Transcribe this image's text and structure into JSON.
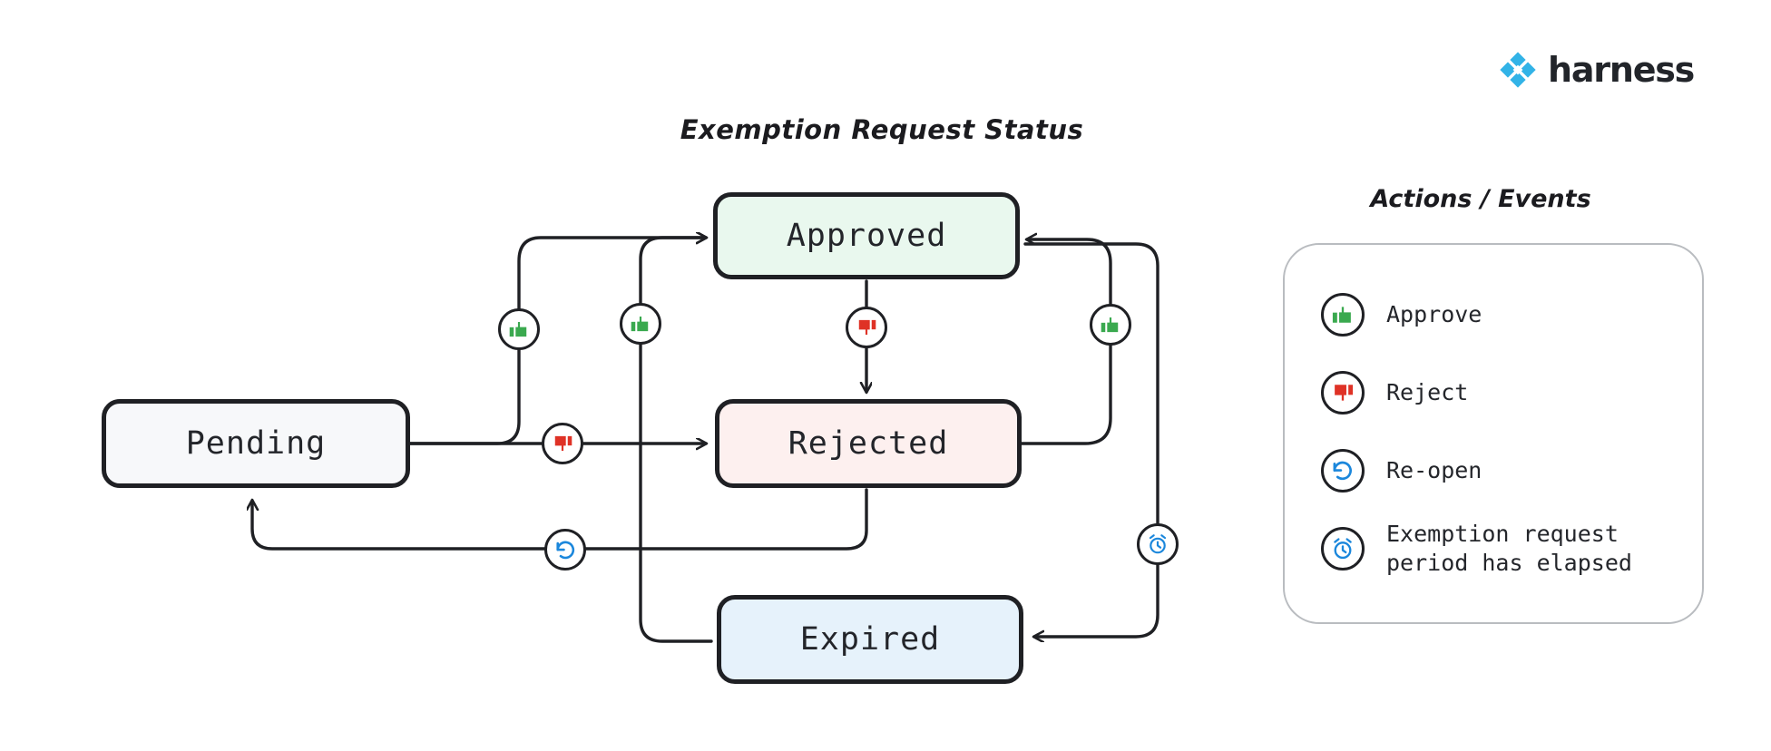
{
  "brand": {
    "name": "harness",
    "logo_icon": "harness-diamond-icon",
    "accent_color": "#32B3E7",
    "wordmark_color": "#22252A"
  },
  "diagram": {
    "title": "Exemption Request Status",
    "type": "state-machine",
    "states": [
      {
        "id": "pending",
        "label": "Pending",
        "fill": "#F7F8FA",
        "border": "#1F2024"
      },
      {
        "id": "approved",
        "label": "Approved",
        "fill": "#E9F8EE",
        "border": "#1F2024"
      },
      {
        "id": "rejected",
        "label": "Rejected",
        "fill": "#FDF0EF",
        "border": "#1F2024"
      },
      {
        "id": "expired",
        "label": "Expired",
        "fill": "#E6F2FB",
        "border": "#1F2024"
      }
    ],
    "transitions": [
      {
        "from": "pending",
        "to": "approved",
        "action": "approve",
        "icon": "thumbs-up-icon"
      },
      {
        "from": "pending",
        "to": "rejected",
        "action": "reject",
        "icon": "thumbs-down-icon"
      },
      {
        "from": "approved",
        "to": "rejected",
        "action": "reject",
        "icon": "thumbs-down-icon"
      },
      {
        "from": "rejected",
        "to": "approved",
        "action": "approve",
        "icon": "thumbs-up-icon"
      },
      {
        "from": "rejected",
        "to": "pending",
        "action": "re-open",
        "icon": "re-open-icon"
      },
      {
        "from": "expired",
        "to": "approved",
        "action": "approve",
        "icon": "thumbs-up-icon"
      },
      {
        "from": "approved",
        "to": "expired",
        "action": "exemption request period has elapsed",
        "icon": "alarm-clock-icon"
      }
    ]
  },
  "legend": {
    "title": "Actions / Events",
    "items": [
      {
        "icon": "thumbs-up-icon",
        "label": "Approve",
        "color": "#3AA94F"
      },
      {
        "icon": "thumbs-down-icon",
        "label": "Reject",
        "color": "#DF3226"
      },
      {
        "icon": "re-open-icon",
        "label": "Re-open",
        "color": "#1B87DC"
      },
      {
        "icon": "alarm-clock-icon",
        "label": "Exemption request\nperiod has elapsed",
        "color": "#1B87DC"
      }
    ]
  }
}
